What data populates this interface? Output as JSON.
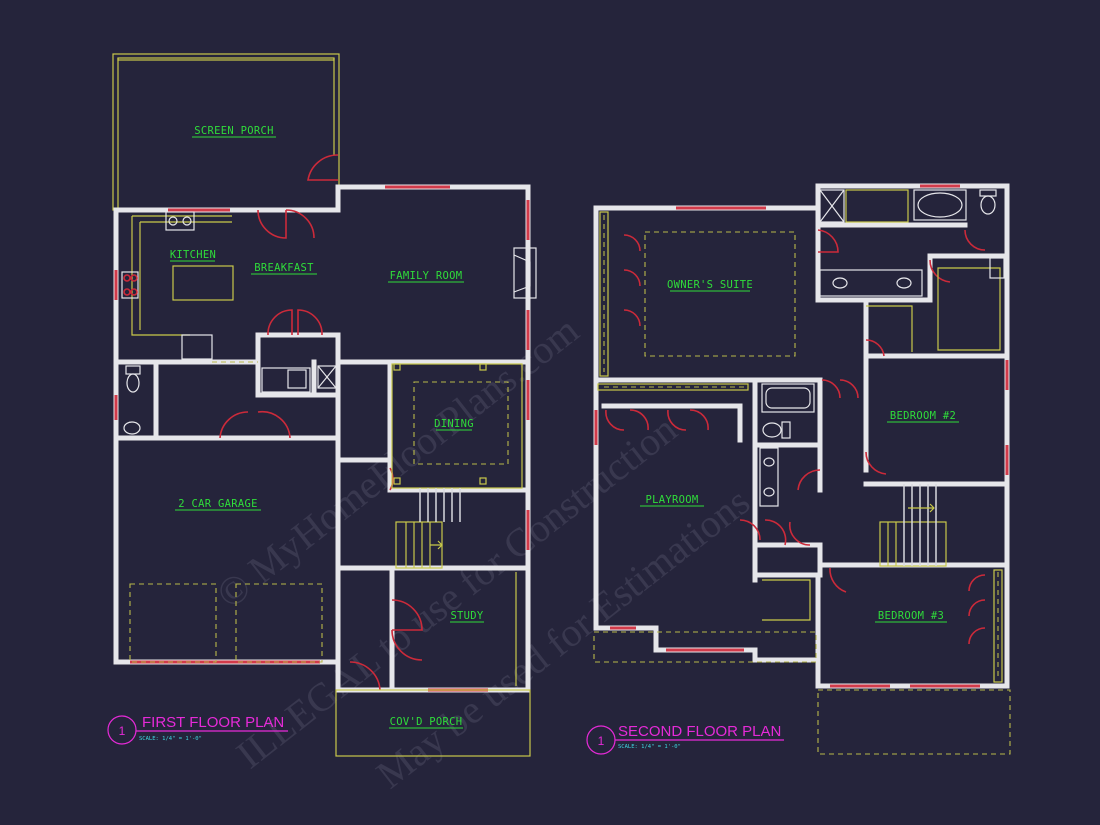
{
  "watermark": {
    "line1": "© MyHomeFloorPlans.com",
    "line2": "ILLEGAL to use for Construction",
    "line3": "May be used for Estimations"
  },
  "first_floor": {
    "view_number": "1",
    "title": "FIRST FLOOR PLAN",
    "scale": "SCALE: 1/4\" = 1'-0\"",
    "rooms": {
      "screen_porch": "SCREEN PORCH",
      "kitchen": "KITCHEN",
      "breakfast": "BREAKFAST",
      "family_room": "FAMILY ROOM",
      "dining": "DINING",
      "garage": "2 CAR GARAGE",
      "study": "STUDY",
      "covd_porch": "COV'D PORCH"
    }
  },
  "second_floor": {
    "view_number": "1",
    "title": "SECOND FLOOR PLAN",
    "scale": "SCALE: 1/4\" = 1'-0\"",
    "rooms": {
      "owners_suite": "OWNER'S SUITE",
      "bedroom2": "BEDROOM #2",
      "playroom": "PLAYROOM",
      "bedroom3": "BEDROOM #3"
    }
  },
  "colors": {
    "background": "#25243b",
    "walls": "#e6e6ea",
    "room_labels": "#2fdc3a",
    "titles": "#e62ad8",
    "doors_windows": "#cc2a3a",
    "fixtures": "#c9c94a",
    "scale_text": "#3fd8e0"
  }
}
